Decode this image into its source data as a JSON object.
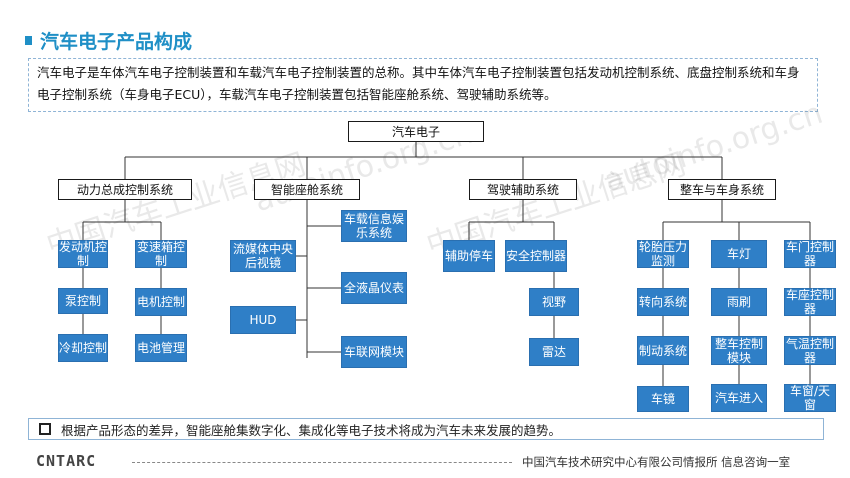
{
  "header": {
    "title": "汽车电子产品构成"
  },
  "intro": "汽车电子是车体汽车电子控制装置和车载汽车电子控制装置的总称。其中车体汽车电子控制装置包括发动机控制系统、底盘控制系统和车身电子控制系统（车身电子ECU），车载汽车电子控制装置包括智能座舱系统、驾驶辅助系统等。",
  "diagram": {
    "root": "汽车电子",
    "categories": [
      {
        "label": "动力总成控制系统",
        "items": [
          "发动机控制",
          "变速箱控制",
          "泵控制",
          "电机控制",
          "冷却控制",
          "电池管理"
        ]
      },
      {
        "label": "智能座舱系统",
        "items": [
          "流媒体中央后视镜",
          "HUD",
          "车载信息娱乐系统",
          "全液晶仪表",
          "车联网模块"
        ]
      },
      {
        "label": "驾驶辅助系统",
        "items": [
          "辅助停车",
          "安全控制器",
          "视野",
          "雷达"
        ]
      },
      {
        "label": "整车与车身系统",
        "items": [
          "轮胎压力监测",
          "转向系统",
          "制动系统",
          "车镜",
          "车灯",
          "雨刷",
          "整车控制模块",
          "汽车进入",
          "车门控制器",
          "车座控制器",
          "气温控制器",
          "车窗/天窗"
        ]
      }
    ]
  },
  "note": "根据产品形态的差异，智能座舱集数字化、集成化等电子技术将成为汽车未来发展的趋势。",
  "footer": {
    "logo": "CNTARC",
    "text": "中国汽车技术研究中心有限公司情报所   信息咨询一室"
  },
  "watermark": {
    "cn": "中国汽车工业信息网",
    "url": "autoinfo.org.cn"
  },
  "colors": {
    "accent": "#1f8fc6",
    "box_fill": "#2f7fc7"
  }
}
